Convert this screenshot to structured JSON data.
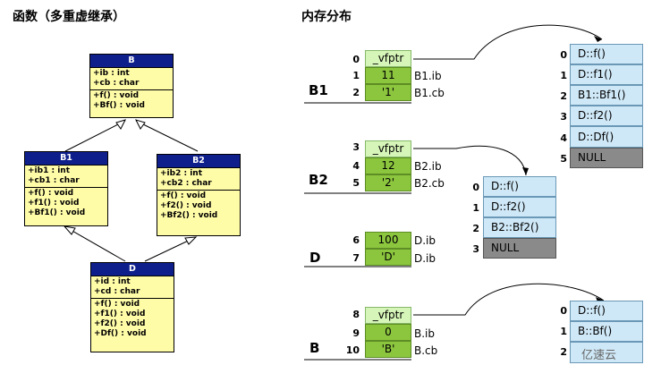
{
  "titles": {
    "left": "函数（多重虚继承）",
    "right": "内存分布"
  },
  "uml": {
    "B": {
      "name": "B",
      "attrs": [
        "+ib : int",
        "+cb : char"
      ],
      "methods": [
        "+f() : void",
        "+Bf() : void"
      ]
    },
    "B1": {
      "name": "B1",
      "attrs": [
        "+ib1 : int",
        "+cb1 : char"
      ],
      "methods": [
        "+f() : void",
        "+f1() : void",
        "+Bf1() : void"
      ]
    },
    "B2": {
      "name": "B2",
      "attrs": [
        "+ib2 : int",
        "+cb2 : char"
      ],
      "methods": [
        "+f() : void",
        "+f2() : void",
        "+Bf2() : void"
      ]
    },
    "D": {
      "name": "D",
      "attrs": [
        "+id : int",
        "+cd : char"
      ],
      "methods": [
        "+f() : void",
        "+f1() : void",
        "+f2() : void",
        "+Df() : void"
      ]
    }
  },
  "memory": {
    "b1": {
      "label": "B1",
      "slots": [
        {
          "idx": "0",
          "value": "_vfptr",
          "field": ""
        },
        {
          "idx": "1",
          "value": "11",
          "field": "B1.ib"
        },
        {
          "idx": "2",
          "value": "'1'",
          "field": "B1.cb"
        }
      ]
    },
    "b2": {
      "label": "B2",
      "slots": [
        {
          "idx": "3",
          "value": "_vfptr",
          "field": ""
        },
        {
          "idx": "4",
          "value": "12",
          "field": "B2.ib"
        },
        {
          "idx": "5",
          "value": "'2'",
          "field": "B2.cb"
        }
      ]
    },
    "d": {
      "label": "D",
      "slots": [
        {
          "idx": "6",
          "value": "100",
          "field": "D.ib"
        },
        {
          "idx": "7",
          "value": "'D'",
          "field": "D.ib"
        }
      ]
    },
    "b": {
      "label": "B",
      "slots": [
        {
          "idx": "8",
          "value": "_vfptr",
          "field": ""
        },
        {
          "idx": "9",
          "value": "0",
          "field": "B.ib"
        },
        {
          "idx": "10",
          "value": "'B'",
          "field": "B.cb"
        }
      ]
    }
  },
  "vtables": {
    "t1": {
      "entries": [
        {
          "idx": "0",
          "value": "D::f()"
        },
        {
          "idx": "1",
          "value": "D::f1()"
        },
        {
          "idx": "2",
          "value": "B1::Bf1()"
        },
        {
          "idx": "3",
          "value": "D::f2()"
        },
        {
          "idx": "4",
          "value": "D::Df()"
        },
        {
          "idx": "5",
          "value": "NULL"
        }
      ]
    },
    "t2": {
      "entries": [
        {
          "idx": "0",
          "value": "D::f()"
        },
        {
          "idx": "1",
          "value": "D::f2()"
        },
        {
          "idx": "2",
          "value": "B2::Bf2()"
        },
        {
          "idx": "3",
          "value": "NULL"
        }
      ]
    },
    "t3": {
      "entries": [
        {
          "idx": "0",
          "value": "D::f()"
        },
        {
          "idx": "1",
          "value": "B::Bf()"
        },
        {
          "idx": "2",
          "value": ""
        }
      ]
    }
  },
  "watermark": "亿速云",
  "colors": {
    "uml_header": "#0e1f8c",
    "uml_body": "#fffca8",
    "vptr_cell": "#d6f5b8",
    "data_cell": "#8cc63e",
    "vtable_cell": "#cfe8f7",
    "null_cell": "#8a8a8a"
  }
}
